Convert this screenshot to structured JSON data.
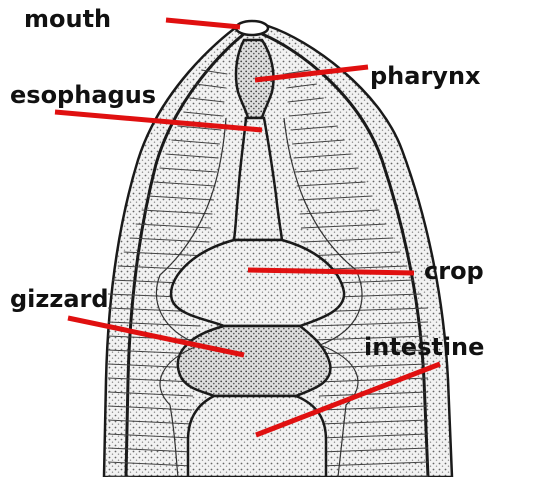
{
  "labels": {
    "mouth": "mouth",
    "pharynx": "pharynx",
    "esophagus": "esophagus",
    "crop": "crop",
    "gizzard": "gizzard",
    "intestine": "intestine"
  },
  "colors": {
    "pointer": "#e01010",
    "label_text": "#111111",
    "outline": "#1a1a1a",
    "organ_fill": "#e9e9e9",
    "background": "#ffffff"
  }
}
